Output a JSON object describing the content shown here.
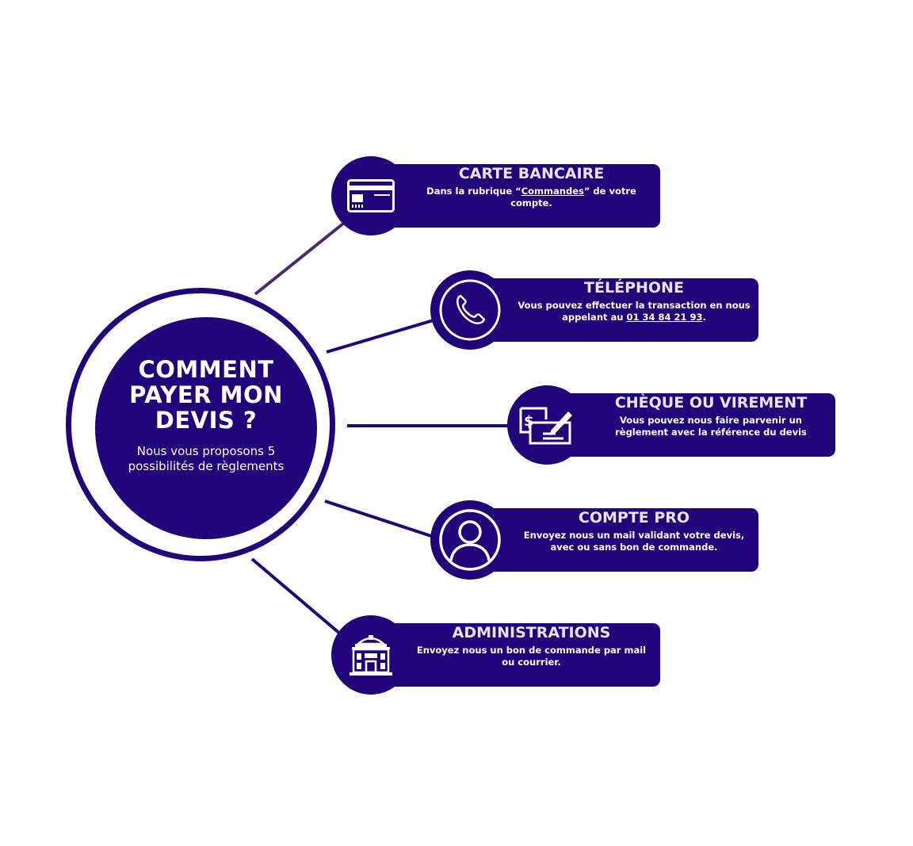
{
  "hub": {
    "title": "COMMENT PAYER MON DEVIS ?",
    "subtitle": "Nous vous proposons 5 possibilités de règlements"
  },
  "options": [
    {
      "title": "CARTE BANCAIRE",
      "text_before": "Dans la rubrique “",
      "link": "Commandes",
      "text_after": "” de votre compte.",
      "icon": "credit-card-icon"
    },
    {
      "title": "TÉLÉPHONE",
      "text_before": "Vous pouvez effectuer la transaction en nous appelant au ",
      "link": "01 34 84 21 93",
      "text_after": ".",
      "icon": "phone-icon"
    },
    {
      "title": "CHÈQUE OU VIREMENT",
      "text": "Vous pouvez nous faire parvenir un règlement avec la référence du devis",
      "icon": "cheque-icon"
    },
    {
      "title": "COMPTE PRO",
      "text": "Envoyez nous un mail validant votre devis, avec ou sans bon de commande.",
      "icon": "user-icon"
    },
    {
      "title": "ADMINISTRATIONS",
      "text": "Envoyez nous un bon de commande par mail ou courrier.",
      "icon": "building-icon"
    }
  ],
  "colors": {
    "primary": "#22047a",
    "title_text": "#e9e3f6",
    "connector_top": "#4a2a6b",
    "background": "#ffffff"
  }
}
